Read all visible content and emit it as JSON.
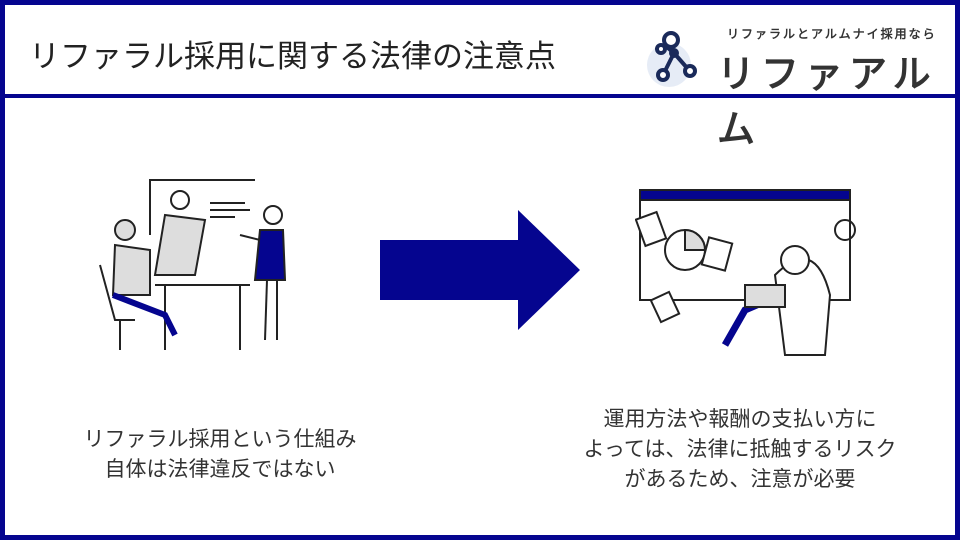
{
  "header": {
    "title": "リファラル採用に関する法律の注意点"
  },
  "logo": {
    "tagline": "リファラルとアルムナイ採用なら",
    "name": "リファアルム"
  },
  "left": {
    "caption_lines": [
      "リファラル採用という仕組み",
      "自体は法律違反ではない"
    ]
  },
  "right": {
    "caption_lines": [
      "運用方法や報酬の支払い方に",
      "よっては、法律に抵触するリスク",
      "があるため、注意が必要"
    ]
  },
  "colors": {
    "navy": "#05058f",
    "text": "#333333"
  }
}
